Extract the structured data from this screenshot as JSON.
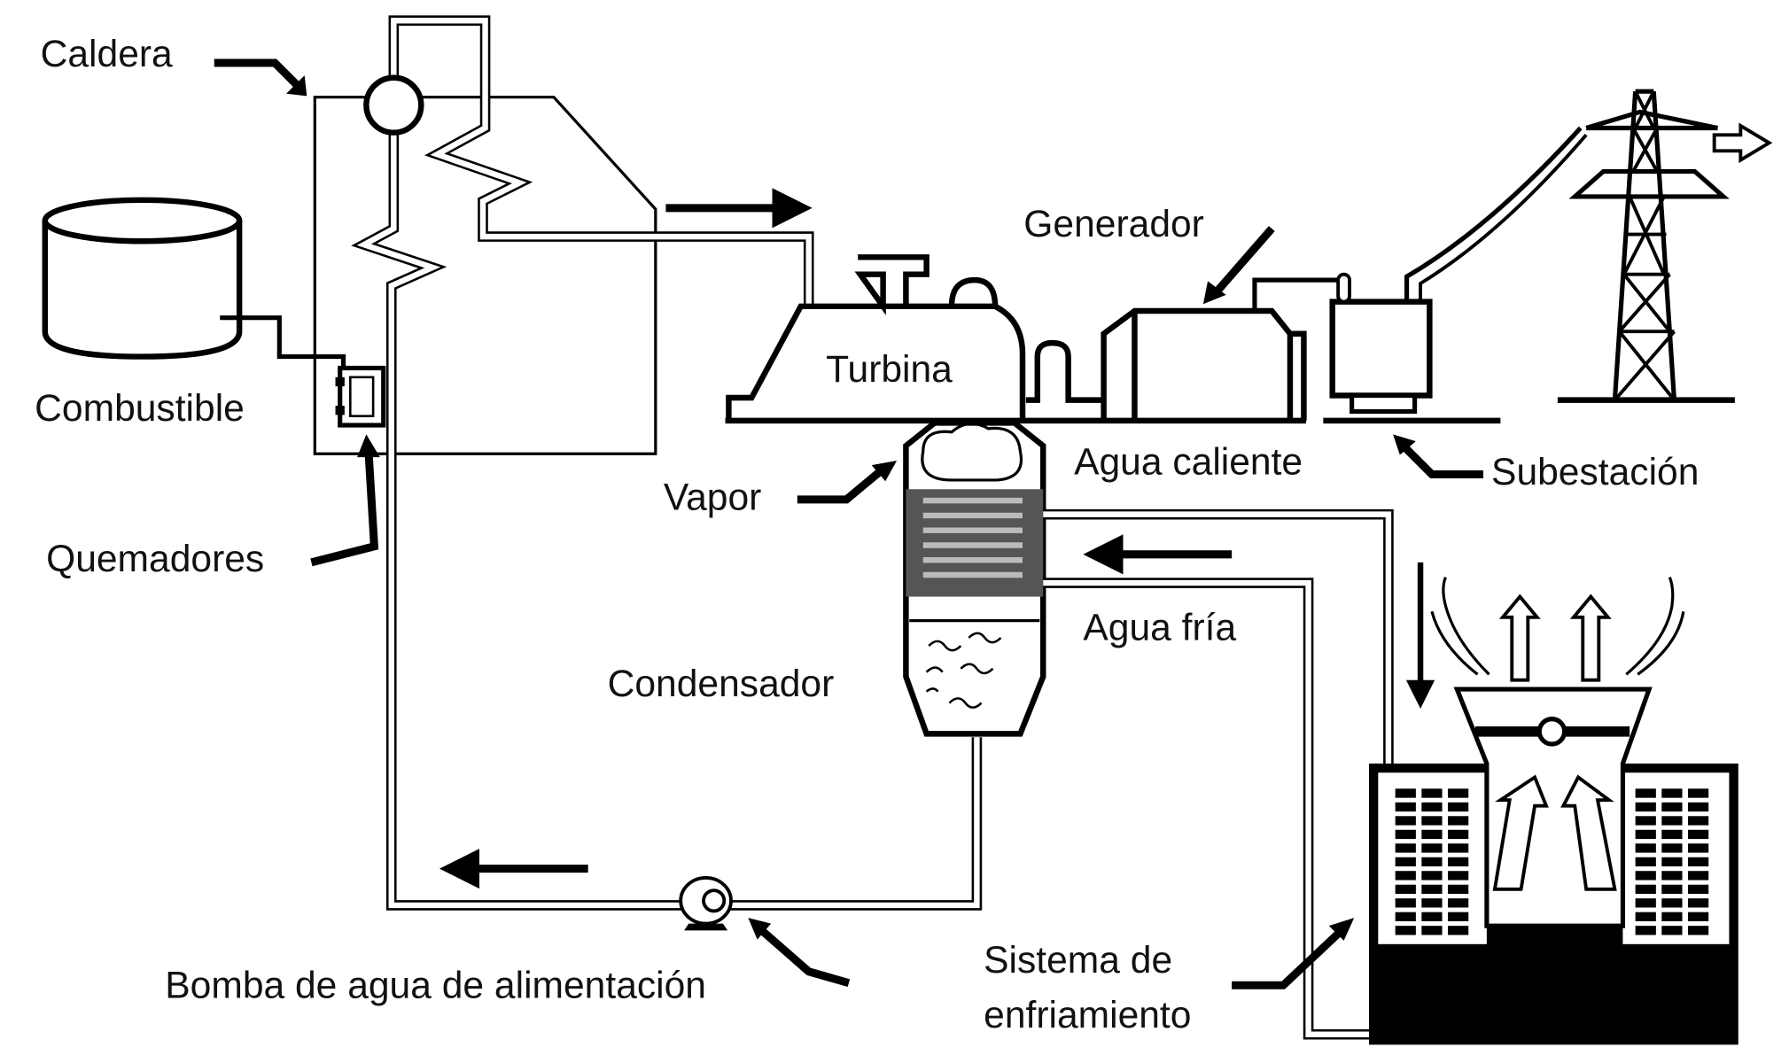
{
  "title": "Central termoeléctrica",
  "labels": {
    "boiler": "Caldera",
    "fuel": "Combustible",
    "burners": "Quemadores",
    "turbine": "Turbina",
    "generator": "Generador",
    "substation": "Subestación",
    "steam": "Vapor",
    "hot_water": "Agua caliente",
    "cold_water": "Agua fría",
    "condenser": "Condensador",
    "feed_pump": "Bomba de agua de alimentación",
    "cooling_line1": "Sistema de",
    "cooling_line2": "enfriamiento"
  },
  "colors": {
    "ink": "#000000",
    "coil_band": "#555555",
    "coil_stripe": "#bbbbbb"
  }
}
